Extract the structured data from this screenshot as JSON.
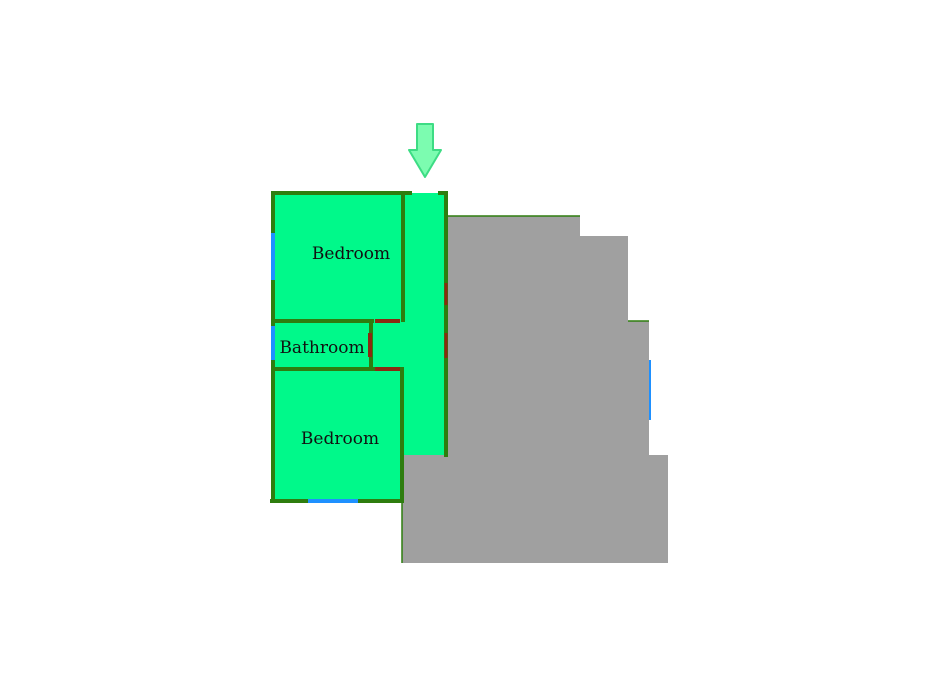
{
  "colors": {
    "room_fill": "#00F98A",
    "wall": "#2E7D0F",
    "window": "#1E90FF",
    "door": "#8B2A12",
    "unfinished": "#A0A0A0",
    "entry_arrow": "#7CFCB0",
    "entry_arrow_stroke": "#3DDC84"
  },
  "rooms": [
    {
      "id": "bedroom-top",
      "label": "Bedroom"
    },
    {
      "id": "bathroom",
      "label": "Bathroom"
    },
    {
      "id": "bedroom-bottom",
      "label": "Bedroom"
    }
  ],
  "entry_icon": "down-arrow-icon"
}
